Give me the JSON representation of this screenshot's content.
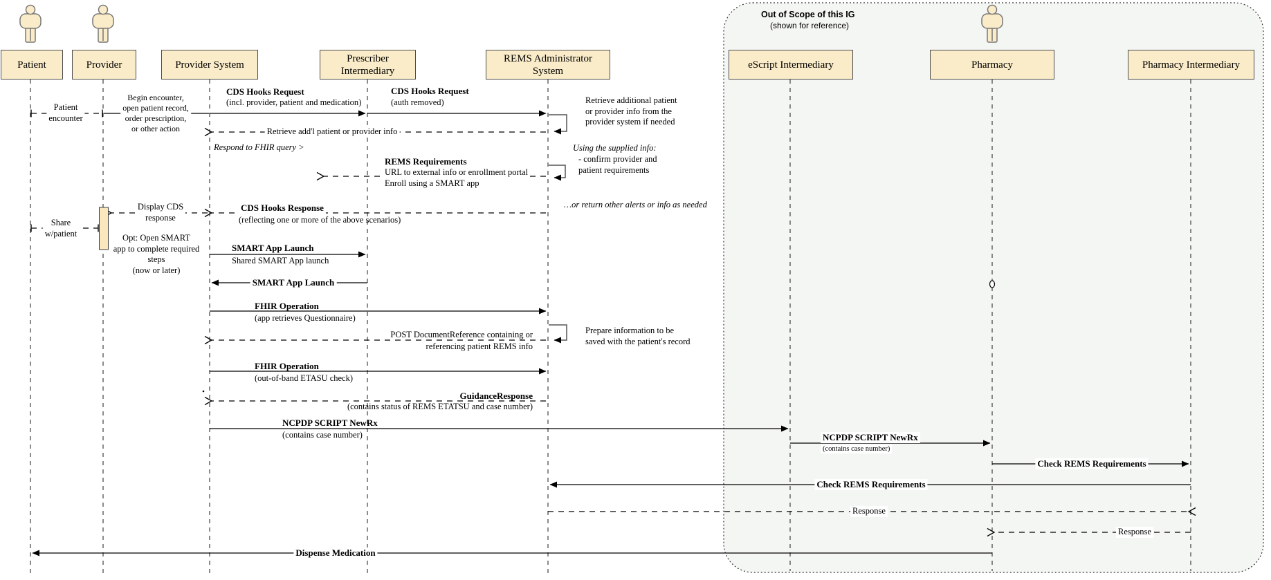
{
  "out_of_scope": {
    "title": "Out of Scope of this IG",
    "subtitle": "(shown for reference)"
  },
  "actors": {
    "patient": "Patient",
    "provider": "Provider",
    "provider_system": "Provider System",
    "prescriber_intermediary": "Prescriber Intermediary",
    "rems_admin": "REMS Administrator System",
    "escript_intermediary": "eScript Intermediary",
    "pharmacy": "Pharmacy",
    "pharmacy_intermediary": "Pharmacy Intermediary"
  },
  "messages": {
    "patient_encounter": "Patient\nencounter",
    "begin_encounter": "Begin encounter,\nopen patient record,\norder prescription,\nor other action",
    "cds_hooks_request_1": {
      "title": "CDS Hooks Request",
      "detail": "(incl. provider, patient and medication)"
    },
    "cds_hooks_request_2": {
      "title": "CDS Hooks Request",
      "detail": "(auth removed)"
    },
    "retrieve_addl": "Retrieve add'l patient or provider info",
    "respond_fhir_query": "Respond to FHIR query >",
    "rems_requirements": {
      "title": "REMS Requirements",
      "detail": "URL to external info or enrollment portal\nEnroll using a SMART app"
    },
    "cds_hooks_response": {
      "title": "CDS Hooks Response",
      "detail": "(reflecting one or more of the above scenarios)"
    },
    "display_cds_response": "Display CDS\nresponse",
    "share_w_patient": "Share\nw/patient",
    "opt_open_smart": "Opt: Open SMART\napp to complete required\nsteps\n(now or later)",
    "smart_app_launch_1": {
      "title": "SMART App Launch",
      "detail": "Shared SMART App launch"
    },
    "smart_app_launch_2": {
      "title": "SMART App Launch"
    },
    "fhir_operation_1": {
      "title": "FHIR Operation",
      "detail": "(app retrieves Questionnaire)"
    },
    "post_documentreference": {
      "line1": "POST DocumentReference containing or",
      "line2": "referencing patient REMS info"
    },
    "fhir_operation_2": {
      "title": "FHIR Operation",
      "detail": "(out-of-band ETASU check)"
    },
    "guidance_response": {
      "title": "GuidanceResponse",
      "detail": "(contains status of REMS ETATSU and case number)"
    },
    "ncpdp_newrx_1": {
      "title": "NCPDP SCRIPT NewRx",
      "detail": "(contains case number)"
    },
    "ncpdp_newrx_2": {
      "title": "NCPDP SCRIPT NewRx",
      "detail": "(contains case number)"
    },
    "check_rems_1": "Check REMS Requirements",
    "check_rems_2": "Check REMS Requirements",
    "response_1": "Response",
    "response_2": "Response",
    "dispense_medication": "Dispense Medication"
  },
  "notes": {
    "retrieve_additional": "Retrieve additional patient\nor provider info from the\nprovider system if needed",
    "using_supplied": "Using the supplied info:",
    "confirm_provider": "- confirm provider and\npatient requirements",
    "or_return_alerts": "…or return other alerts or info as needed",
    "prepare_information": "Prepare information to be\nsaved with the patient's record"
  },
  "colors": {
    "actor_fill": "#faecc8",
    "activation_fill": "#fae7bd",
    "out_of_scope_fill": "#f4f6f3",
    "line": "#000000"
  }
}
